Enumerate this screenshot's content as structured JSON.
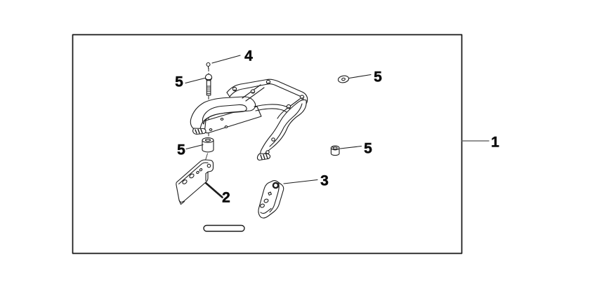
{
  "canvas": {
    "bg": "#ffffff",
    "ink": "#1c1c1c"
  },
  "callouts": {
    "c1": {
      "text": "1"
    },
    "c2": {
      "text": "2"
    },
    "c3": {
      "text": "3"
    },
    "c4": {
      "text": "4"
    },
    "c5_bolt": {
      "text": "5"
    },
    "c5_collar": {
      "text": "5"
    },
    "c5_washer": {
      "text": "5"
    },
    "c5_rubber": {
      "text": "5"
    }
  }
}
